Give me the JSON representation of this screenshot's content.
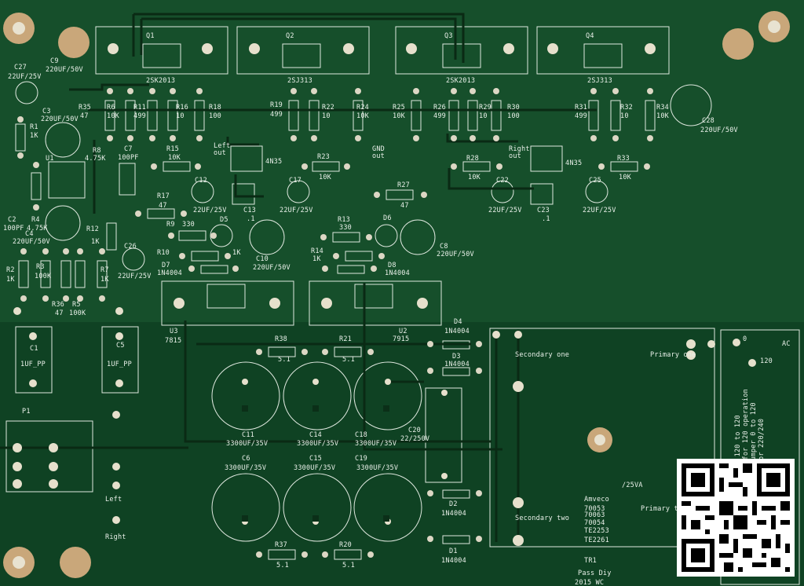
{
  "board": {
    "transistors": [
      "Q1",
      "Q2",
      "Q3",
      "Q4"
    ],
    "transistor_parts": [
      "2SK2013",
      "2SJ313",
      "2SK2013",
      "2SJ313"
    ],
    "resistors_top": [
      {
        "ref": "R35",
        "val": "47"
      },
      {
        "ref": "R6",
        "val": "10K"
      },
      {
        "ref": "R11",
        "val": "499"
      },
      {
        "ref": "R16",
        "val": "10"
      },
      {
        "ref": "R18",
        "val": "100"
      },
      {
        "ref": "R19",
        "val": "499"
      },
      {
        "ref": "R22",
        "val": "10"
      },
      {
        "ref": "R24",
        "val": "10K"
      },
      {
        "ref": "R25",
        "val": "10K"
      },
      {
        "ref": "R26",
        "val": "499"
      },
      {
        "ref": "R29",
        "val": "10"
      },
      {
        "ref": "R30",
        "val": "100"
      },
      {
        "ref": "R31",
        "val": "499"
      },
      {
        "ref": "R32",
        "val": "10"
      },
      {
        "ref": "R34",
        "val": "10K"
      }
    ],
    "labels": {
      "c27": "C27",
      "c27v": "22UF/25V",
      "c9": "C9",
      "c9v": "220UF/50V",
      "c3": "C3",
      "c3v": "220UF/50V",
      "r1": "R1",
      "r1v": "1K",
      "r8": "R8",
      "r8v": "4.75K",
      "c7": "C7",
      "c7v": "100PF",
      "r15": "R15",
      "r15v": "10K",
      "left_out": "Left\nout",
      "u4": "4N35",
      "gnd_out": "GND\nout",
      "right_out": "Right\nout",
      "u6": "4N35",
      "r23": "R23",
      "r23v": "10K",
      "r28": "R28",
      "r28v": "10K",
      "r33": "R33",
      "r33v": "10K",
      "c28": "C28",
      "c28v": "220UF/50V",
      "u1": "U1",
      "c2": "C2",
      "r4": "R4",
      "c2v": "100PF",
      "r4v": "4.75K",
      "c4": "C4",
      "c4v": "220UF/50V",
      "r12": "R12",
      "r12v": "1K",
      "r17": "R17",
      "r17v": "47",
      "c12": "C12",
      "c12v": "22UF/25V",
      "c13": "C13",
      "c13v": ".1",
      "c17": "C17",
      "c17v": "22UF/25V",
      "r27": "R27",
      "r27v": "47",
      "c22": "C22",
      "c22v": "22UF/25V",
      "c23": "C23",
      "c23v": ".1",
      "c25": "C25",
      "c25v": "22UF/25V",
      "r9": "R9",
      "r9v": "330",
      "d5": "D5",
      "r13": "R13",
      "r13v": "330",
      "d6": "D6",
      "c10": "C10",
      "c10v": "220UF/50V",
      "c8": "C8",
      "c8v": "220UF/50V",
      "c26": "C26",
      "c26v": "22UF/25V",
      "r10": "R10",
      "r10v": "1K",
      "r14": "R14",
      "r14v": "1K",
      "d7": "D7",
      "d7v": "1N4004",
      "d8": "D8",
      "d8v": "1N4004",
      "r2": "R2",
      "r2v": "1K",
      "r3": "R3",
      "r3v": "100K",
      "r7": "R7",
      "r7v": "1K",
      "r36": "R36",
      "r36v": "47",
      "r5": "R5",
      "r5v": "100K",
      "u3": "U3",
      "u3v": "7815",
      "u2": "U2",
      "u2v": "7915",
      "c1": "C1",
      "c1v": "1UF_PP",
      "c5": "C5",
      "c5v": "1UF_PP",
      "r38": "R38",
      "r38v": "5.1",
      "r21": "R21",
      "r21v": "5.1",
      "d4": "D4",
      "d4v": "1N4004",
      "d3": "D3",
      "d3v": "1N4004",
      "c11": "C11",
      "c11v": "3300UF/35V",
      "c14": "C14",
      "c14v": "3300UF/35V",
      "c18": "C18",
      "c18v": "3300UF/35V",
      "c20": "C20",
      "c20v": "22/250V",
      "c6": "C6",
      "c6v": "3300UF/35V",
      "c15": "C15",
      "c15v": "3300UF/35V",
      "c19": "C19",
      "c19v": "3300UF/35V",
      "d2": "D2",
      "d2v": "1N4004",
      "d1": "D1",
      "d1v": "1N4004",
      "r37": "R37",
      "r37v": "5.1",
      "r20": "R20",
      "r20v": "5.1",
      "p1": "P1",
      "left": "Left",
      "right": "Right",
      "secondary_one": "Secondary one",
      "primary_one": "Primary one",
      "secondary_two": "Secondary two",
      "primary_two": "Primary tw",
      "va": "/25VA",
      "tr1": "TR1",
      "pass": "Pass Diy",
      "year": "2015 WC",
      "amveco": "Amveco",
      "p70053": "70053",
      "p70063": "70063",
      "p70054": "70054",
      "te2253": "TE2253",
      "te2261": "TE2261",
      "zero": "0",
      "v120": "120",
      "ac": "AC",
      "vert1": "r 120 to 120",
      "vert2": "to 0 for 120 operation",
      "vert3": "Jumper 0 to 120",
      "vert4": "or 220/240"
    }
  }
}
